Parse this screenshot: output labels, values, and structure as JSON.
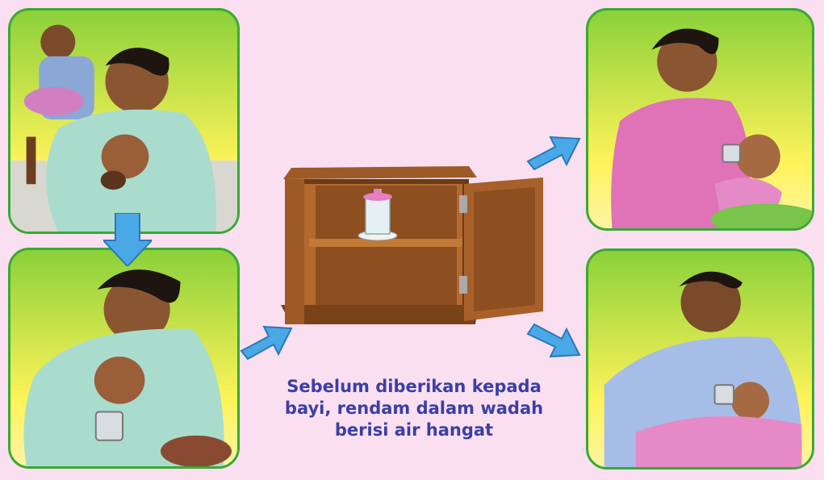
{
  "colors": {
    "background": "#fadff0",
    "panel_border": "#39a935",
    "arrow": "#4aa8e6",
    "caption_text": "#3b3fa4"
  },
  "panels": [
    {
      "id": "express-milk-hands",
      "icon": "mother-expressing-milk-icon"
    },
    {
      "id": "collect-in-cup",
      "icon": "mother-collecting-milk-cup-icon"
    },
    {
      "id": "cup-feeding-mother",
      "icon": "mother-cup-feeding-baby-icon"
    },
    {
      "id": "cup-feeding-father",
      "icon": "father-cup-feeding-baby-icon"
    }
  ],
  "cabinet": {
    "icon": "cabinet-with-covered-cup-icon"
  },
  "caption": {
    "line1": "Sebelum diberikan kepada",
    "line2": "bayi, rendam dalam wadah",
    "line3": "berisi air hangat"
  }
}
